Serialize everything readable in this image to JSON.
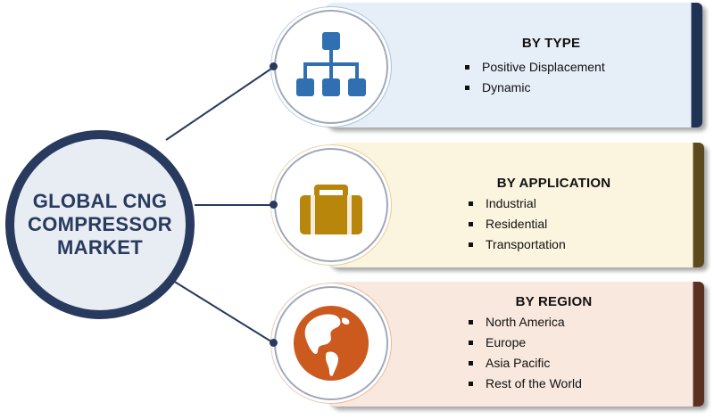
{
  "hub": {
    "title": "GLOBAL CNG COMPRESSOR MARKET",
    "border_color": "#283a5e",
    "fill_color": "#e8ecf3"
  },
  "segments": [
    {
      "title": "BY TYPE",
      "icon": "hierarchy-icon",
      "icon_color": "#2f6fb2",
      "panel_color": "#e6eef8",
      "panel_edge_color": "#1f3355",
      "items": [
        "Positive Displacement",
        "Dynamic"
      ]
    },
    {
      "title": "BY APPLICATION",
      "icon": "briefcase-icon",
      "icon_color": "#b8860b",
      "panel_color": "#fbf4df",
      "panel_edge_color": "#5c4a1e",
      "items": [
        "Industrial",
        "Residential",
        "Transportation"
      ]
    },
    {
      "title": "BY REGION",
      "icon": "globe-icon",
      "icon_color": "#cc5a1f",
      "panel_color": "#f9e8de",
      "panel_edge_color": "#5c3020",
      "items": [
        "North America",
        "Europe",
        "Asia Pacific",
        "Rest of the World"
      ]
    }
  ]
}
